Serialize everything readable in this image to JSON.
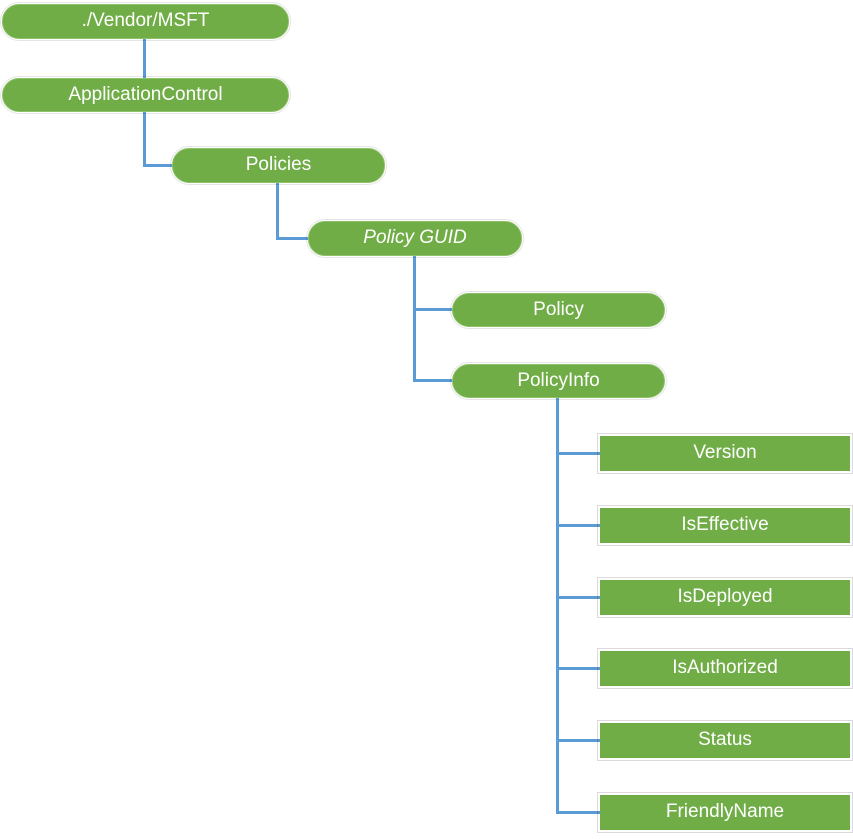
{
  "diagram": {
    "type": "tree",
    "orientation": "top-down-staircase",
    "colors": {
      "node_fill": "#70AD47",
      "node_fill_edge": "#8CC168",
      "connector": "#5B9BD5",
      "node_text": "#FFFFFF",
      "canvas_bg": "#FFFFFF"
    },
    "nodes": [
      {
        "id": "vendor-msft",
        "label": "./Vendor/MSFT",
        "shape": "pill",
        "italic": false
      },
      {
        "id": "application-control",
        "label": "ApplicationControl",
        "shape": "pill",
        "italic": false
      },
      {
        "id": "policies",
        "label": "Policies",
        "shape": "pill",
        "italic": false
      },
      {
        "id": "policy-guid",
        "label": "Policy GUID",
        "shape": "pill",
        "italic": true
      },
      {
        "id": "policy",
        "label": "Policy",
        "shape": "pill",
        "italic": false
      },
      {
        "id": "policy-info",
        "label": "PolicyInfo",
        "shape": "pill",
        "italic": false
      },
      {
        "id": "version",
        "label": "Version",
        "shape": "rect",
        "italic": false
      },
      {
        "id": "is-effective",
        "label": "IsEffective",
        "shape": "rect",
        "italic": false
      },
      {
        "id": "is-deployed",
        "label": "IsDeployed",
        "shape": "rect",
        "italic": false
      },
      {
        "id": "is-authorized",
        "label": "IsAuthorized",
        "shape": "rect",
        "italic": false
      },
      {
        "id": "status",
        "label": "Status",
        "shape": "rect",
        "italic": false
      },
      {
        "id": "friendly-name",
        "label": "FriendlyName",
        "shape": "rect",
        "italic": false
      }
    ],
    "hierarchy": {
      "root": "./Vendor/MSFT",
      "edges": [
        [
          "./Vendor/MSFT",
          "ApplicationControl"
        ],
        [
          "ApplicationControl",
          "Policies"
        ],
        [
          "Policies",
          "Policy GUID"
        ],
        [
          "Policy GUID",
          "Policy"
        ],
        [
          "Policy GUID",
          "PolicyInfo"
        ],
        [
          "PolicyInfo",
          "Version"
        ],
        [
          "PolicyInfo",
          "IsEffective"
        ],
        [
          "PolicyInfo",
          "IsDeployed"
        ],
        [
          "PolicyInfo",
          "IsAuthorized"
        ],
        [
          "PolicyInfo",
          "Status"
        ],
        [
          "PolicyInfo",
          "FriendlyName"
        ]
      ]
    }
  }
}
